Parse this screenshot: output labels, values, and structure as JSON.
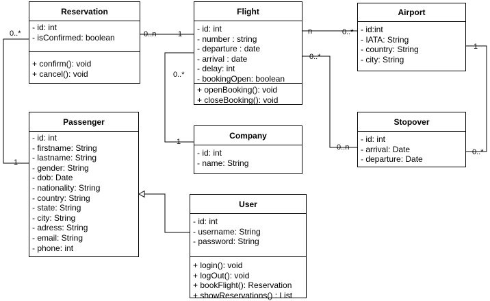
{
  "classes": {
    "reservation": {
      "name": "Reservation",
      "attributes": [
        "- id: int",
        "- isConfirmed: boolean"
      ],
      "methods": [
        "+ confirm(): void",
        "+ cancel(): void"
      ]
    },
    "flight": {
      "name": "Flight",
      "attributes": [
        "- id: int",
        "- number : string",
        "- departure : date",
        "- arrival : date",
        "- delay: int",
        "- bookingOpen: boolean"
      ],
      "methods": [
        "+ openBooking(): void",
        "+ closeBooking(): void"
      ]
    },
    "airport": {
      "name": "Airport",
      "attributes": [
        "- id:int",
        "- IATA: String",
        "- country: String",
        "- city: String"
      ],
      "methods": []
    },
    "passenger": {
      "name": "Passenger",
      "attributes": [
        "- id: int",
        "- firstname: String",
        "- lastname: String",
        "- gender: String",
        "- dob: Date",
        "- nationality: String",
        "- country: String",
        "- state: String",
        "- city: String",
        "- adress: String",
        "- email: String",
        "- phone: int"
      ],
      "methods": []
    },
    "company": {
      "name": "Company",
      "attributes": [
        "- id: int",
        "- name: String"
      ],
      "methods": []
    },
    "stopover": {
      "name": "Stopover",
      "attributes": [
        "- id: int",
        "- arrival: Date",
        "- departure: Date"
      ],
      "methods": []
    },
    "user": {
      "name": "User",
      "attributes": [
        "- id: int",
        "- username: String",
        "- password: String"
      ],
      "methods": [
        "+ login(): void",
        "+ logOut(): void",
        "+ bookFlight(): Reservation",
        "+ showReservations() : List"
      ]
    }
  },
  "multiplicities": {
    "reservation_flight_left": "0..n",
    "reservation_flight_right": "1",
    "flight_airport_left": "n",
    "flight_airport_right": "0..*",
    "flight_company_top": "0..*",
    "flight_company_bottom": "1",
    "flight_stopover_top": "0..*",
    "flight_stopover_bottom": "0..n",
    "airport_stopover_top": "1",
    "airport_stopover_bottom": "0..*",
    "reservation_passenger_top": "0..*",
    "reservation_passenger_bottom": "1"
  }
}
